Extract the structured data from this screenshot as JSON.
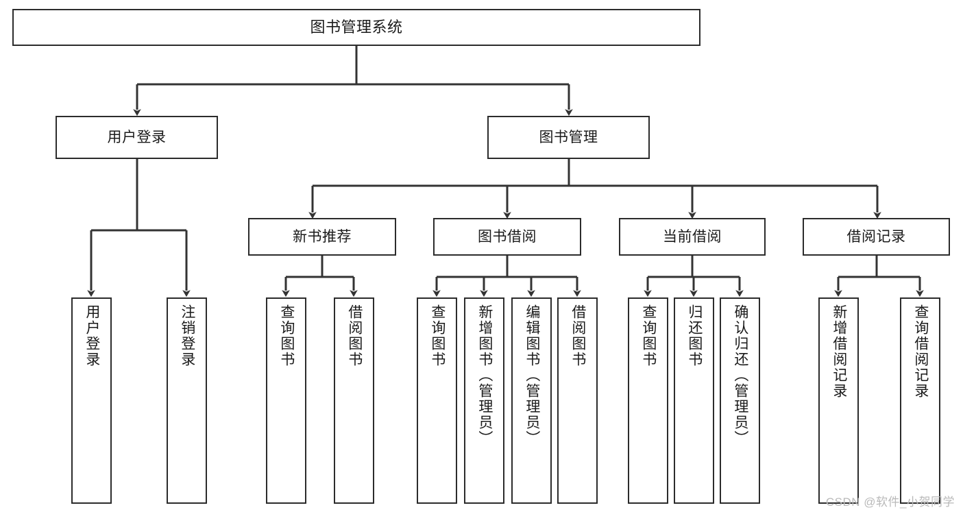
{
  "diagram": {
    "title": "图书管理系统",
    "type": "hierarchy-tree",
    "watermark": "CSDN @软件_小贺同学",
    "colors": {
      "box_border": "#2b2b2b",
      "box_fill": "#ffffff",
      "connector": "#333333",
      "text": "#1a1a1a",
      "watermark": "#b9b9b9",
      "background": "#ffffff"
    },
    "levels": {
      "root": {
        "label": "图书管理系统"
      },
      "level2": [
        {
          "label": "用户登录"
        },
        {
          "label": "图书管理"
        }
      ],
      "level3": [
        {
          "label": "新书推荐"
        },
        {
          "label": "图书借阅"
        },
        {
          "label": "当前借阅"
        },
        {
          "label": "借阅记录"
        }
      ],
      "leaves": {
        "user_login": [
          {
            "label": "用户登录"
          },
          {
            "label": "注销登录"
          }
        ],
        "new_book_recommend": [
          {
            "label": "查询图书"
          },
          {
            "label": "借阅图书"
          }
        ],
        "book_borrow": [
          {
            "label": "查询图书"
          },
          {
            "label": "新增图书（管理员）"
          },
          {
            "label": "编辑图书（管理员）"
          },
          {
            "label": "借阅图书"
          }
        ],
        "current_borrow": [
          {
            "label": "查询图书"
          },
          {
            "label": "归还图书"
          },
          {
            "label": "确认归还（管理员）"
          }
        ],
        "borrow_record": [
          {
            "label": "新增借阅记录"
          },
          {
            "label": "查询借阅记录"
          }
        ]
      }
    }
  }
}
